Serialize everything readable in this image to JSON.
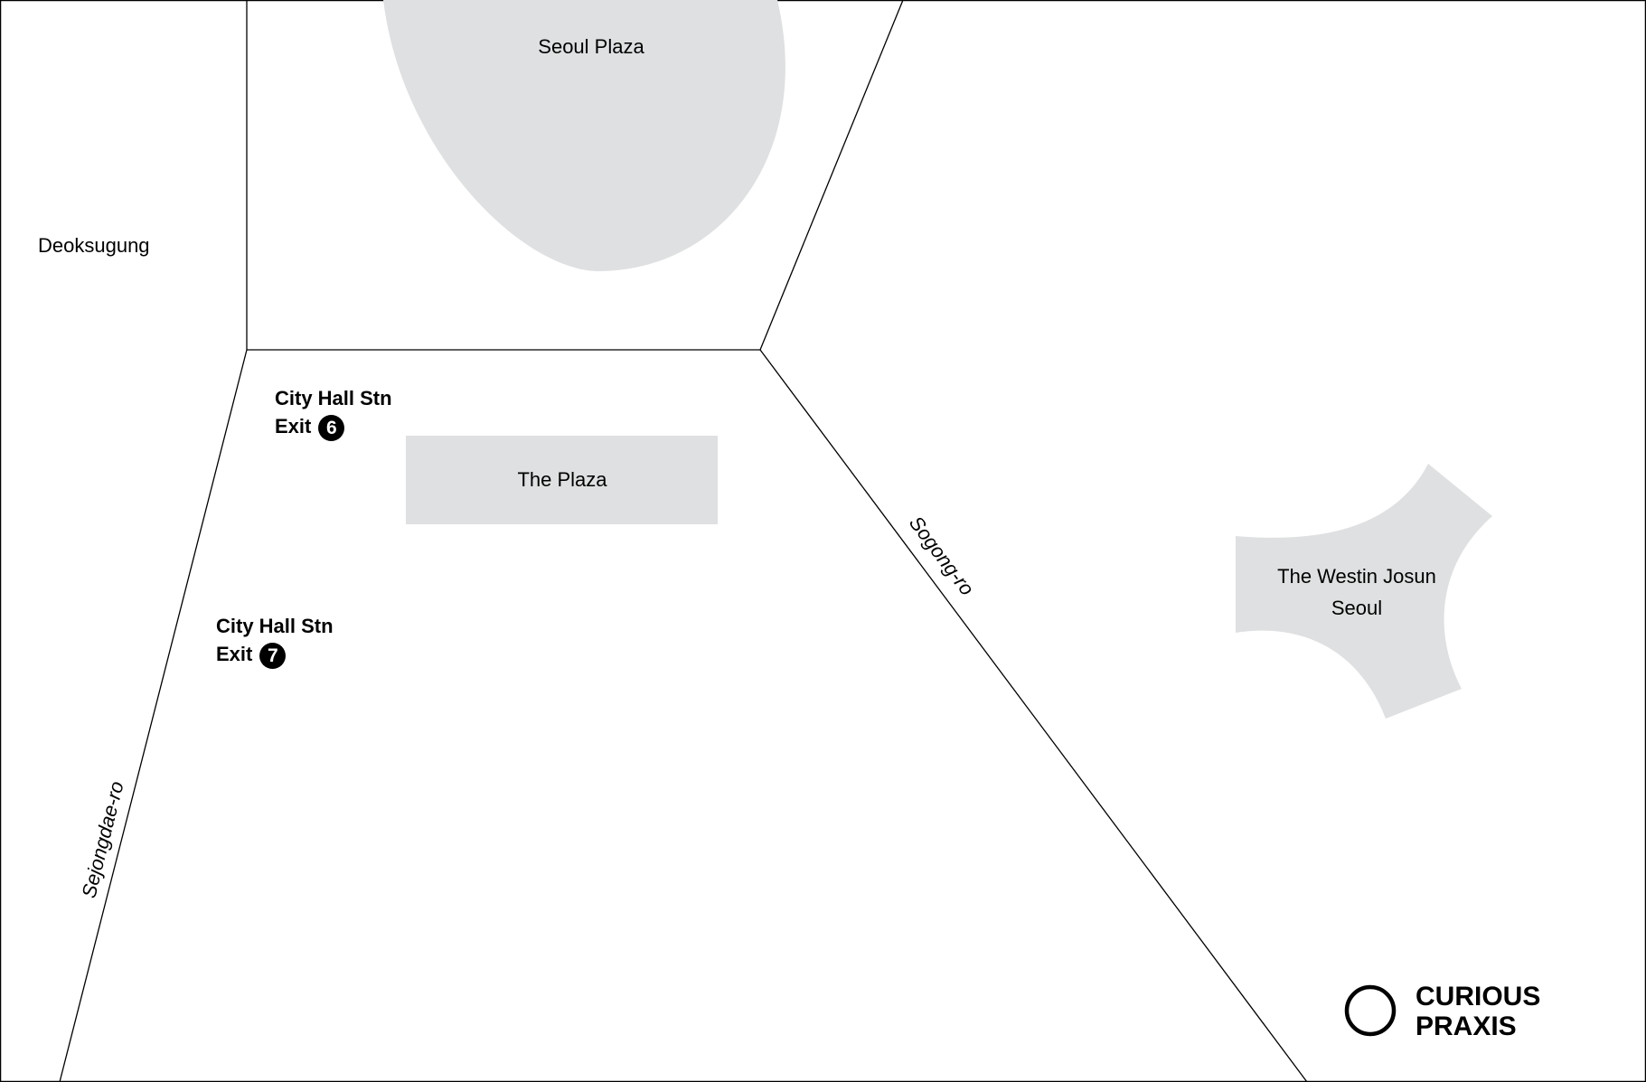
{
  "places": {
    "seoul_plaza": "Seoul Plaza",
    "deoksugung": "Deoksugung",
    "the_plaza": "The Plaza",
    "westin_line1": "The Westin Josun",
    "westin_line2": "Seoul"
  },
  "exits": [
    {
      "station": "City Hall Stn",
      "label": "Exit",
      "number": "6"
    },
    {
      "station": "City Hall Stn",
      "label": "Exit",
      "number": "7"
    }
  ],
  "roads": {
    "sogong": "Sogong-ro",
    "sejongdae": "Sejongdae-ro"
  },
  "logo": {
    "line1": "CURIOUS",
    "line2": "PRAXIS"
  },
  "colors": {
    "area_fill": "#dfe0e1",
    "line": "#000000"
  }
}
